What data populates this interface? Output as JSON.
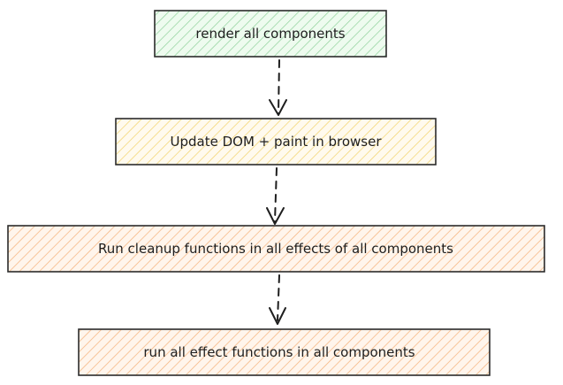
{
  "nodes": [
    {
      "label": "render all components",
      "fill": "#b2f2bb",
      "stroke": "#2b2b2b"
    },
    {
      "label": "Update DOM + paint in browser",
      "fill": "#ffec99",
      "stroke": "#2b2b2b"
    },
    {
      "label": "Run cleanup functions in all effects of all components",
      "fill": "#ffd8a8",
      "stroke": "#2b2b2b"
    },
    {
      "label": "run all effect functions in all components",
      "fill": "#ffd8a8",
      "stroke": "#2b2b2b"
    }
  ],
  "edges": [
    {
      "from": 0,
      "to": 1,
      "style": "dashed"
    },
    {
      "from": 1,
      "to": 2,
      "style": "dashed"
    },
    {
      "from": 2,
      "to": 3,
      "style": "dashed"
    }
  ],
  "colors": {
    "hatch_green": "#8fd19a",
    "hatch_yellow": "#f2d36b",
    "hatch_orange": "#f5b27a",
    "arrow": "#1e1e1e"
  }
}
